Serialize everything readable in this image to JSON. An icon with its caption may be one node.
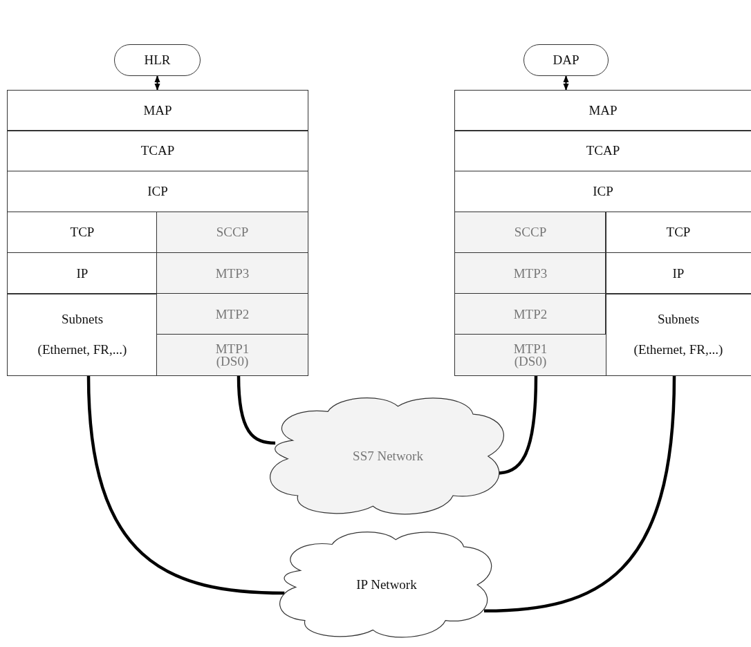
{
  "diagram": {
    "nodes": [
      {
        "text": [
          "HLR"
        ]
      },
      {
        "text": [
          "DAP"
        ]
      },
      {
        "text": [
          "MAP"
        ]
      },
      {
        "text": [
          "MAP"
        ]
      },
      {
        "text": [
          "TCAP"
        ]
      },
      {
        "text": [
          "TCAP"
        ]
      },
      {
        "text": [
          "ICP"
        ]
      },
      {
        "text": [
          "ICP"
        ]
      },
      {
        "text": [
          "TCP"
        ]
      },
      {
        "text": [
          "SCCP"
        ]
      },
      {
        "text": [
          "SCCP"
        ]
      },
      {
        "text": [
          "TCP"
        ]
      },
      {
        "text": [
          "IP"
        ]
      },
      {
        "text": [
          "MTP3"
        ]
      },
      {
        "text": [
          "MTP3"
        ]
      },
      {
        "text": [
          "IP"
        ]
      },
      {
        "text": [
          "Subnets",
          "(Ethernet, FR,...)"
        ]
      },
      {
        "text": [
          "MTP2"
        ]
      },
      {
        "text": [
          "MTP2"
        ]
      },
      {
        "text": [
          "Subnets",
          "(Ethernet, FR,...)"
        ]
      },
      {
        "text": [
          "MTP1 (DS0)"
        ]
      },
      {
        "text": [
          "MTP1 (DS0)"
        ]
      },
      {
        "text": [
          "SS7 Network"
        ]
      },
      {
        "text": [
          "IP Network"
        ]
      }
    ],
    "edges": [
      {
        "from": 0,
        "to": 2,
        "arrow": "both"
      },
      {
        "from": 1,
        "to": 3,
        "arrow": "both"
      },
      {
        "from": 20,
        "to": 22,
        "arrow": "none"
      },
      {
        "from": 21,
        "to": 22,
        "arrow": "none"
      },
      {
        "from": 16,
        "to": 23,
        "arrow": "none"
      },
      {
        "from": 19,
        "to": 23,
        "arrow": "none"
      }
    ]
  }
}
